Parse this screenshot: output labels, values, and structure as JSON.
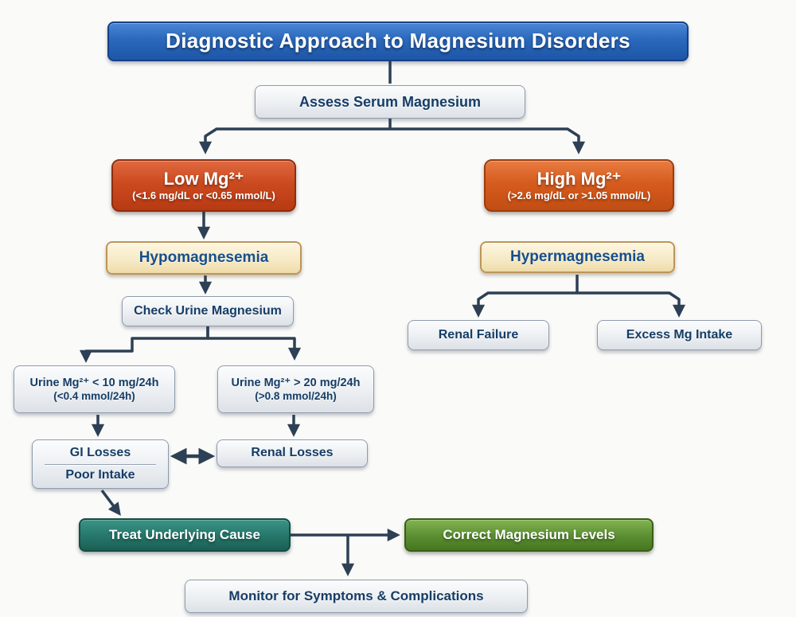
{
  "title": "Diagnostic Approach to Magnesium Disorders",
  "nodes": {
    "assess": {
      "label": "Assess Serum Magnesium"
    },
    "low_mg": {
      "label": "Low Mg²⁺",
      "sublabel": "(<1.6 mg/dL or <0.65 mmol/L)"
    },
    "high_mg": {
      "label": "High Mg²⁺",
      "sublabel": "(>2.6 mg/dL or >1.05 mmol/L)"
    },
    "hypomagnesemia": {
      "label": "Hypomagnesemia"
    },
    "hypermagnesemia": {
      "label": "Hypermagnesemia"
    },
    "check_urine": {
      "label": "Check Urine Magnesium"
    },
    "renal_failure": {
      "label": "Renal Failure"
    },
    "excess_mg_intake": {
      "label": "Excess Mg Intake"
    },
    "urine_low": {
      "label": "Urine Mg²⁺ < 10 mg/24h",
      "sublabel": "(<0.4 mmol/24h)"
    },
    "urine_high": {
      "label": "Urine Mg²⁺ > 20 mg/24h",
      "sublabel": "(>0.8 mmol/24h)"
    },
    "gi_losses": {
      "label": "GI Losses",
      "label2": "Poor Intake"
    },
    "renal_losses": {
      "label": "Renal Losses"
    },
    "treat": {
      "label": "Treat Underlying Cause"
    },
    "correct": {
      "label": "Correct Magnesium Levels"
    },
    "monitor": {
      "label": "Monitor for Symptoms & Complications"
    }
  },
  "colors": {
    "background": "#fafaf8",
    "title_blue": "#2a68bc",
    "alert_red": "#cc4a20",
    "alert_orange": "#d65b1e",
    "cream": "#f6e9c4",
    "cream_border": "#bd9559",
    "neutral_box": "#eceff2",
    "neutral_border": "#8e9aab",
    "teal": "#27796c",
    "green": "#5d9134",
    "connector": "#2d4055",
    "navy_text": "#163d66",
    "cream_text": "#174f8c",
    "white_text": "#ffffff"
  }
}
